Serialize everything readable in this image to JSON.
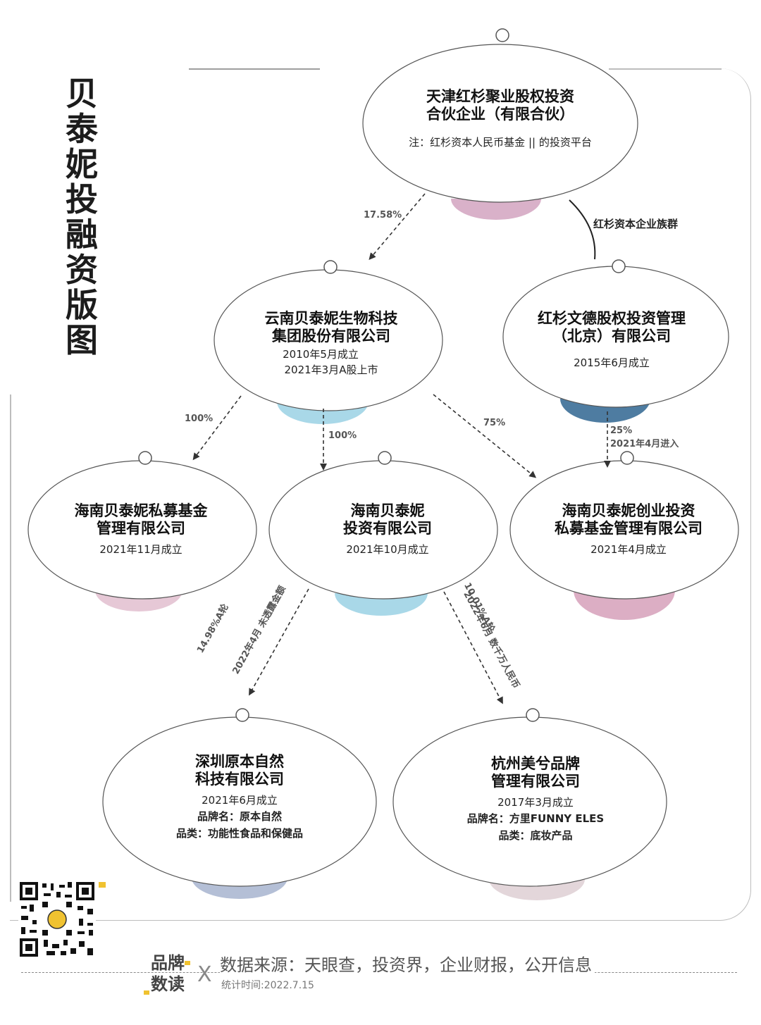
{
  "title": "贝泰妮投融资版图",
  "nodes": {
    "n1": {
      "name1": "天津红杉聚业股权投资",
      "name2": "合伙企业（有限合伙）",
      "note": "注：红杉资本人民币基金 || 的投资平台",
      "accent": "#d9b1c9"
    },
    "n2": {
      "name1": "云南贝泰妮生物科技",
      "name2": "集团股份有限公司",
      "line1": "2010年5月成立",
      "line2": "2021年3月A股上市",
      "accent": "#a9d8e8"
    },
    "n3": {
      "name1": "红杉文德股权投资管理",
      "name2": "（北京）有限公司",
      "line1": "2015年6月成立",
      "accent": "#4e7ca1"
    },
    "n4": {
      "name1": "海南贝泰妮私募基金",
      "name2": "管理有限公司",
      "line1": "2021年11月成立",
      "accent": "#e6c8d6"
    },
    "n5": {
      "name1": "海南贝泰妮",
      "name2": "投资有限公司",
      "line1": "2021年10月成立",
      "accent": "#a9d8e8"
    },
    "n6": {
      "name1": "海南贝泰妮创业投资",
      "name2": "私募基金管理有限公司",
      "line1": "2021年4月成立",
      "accent": "#dcaec4"
    },
    "n7": {
      "name1": "深圳原本自然",
      "name2": "科技有限公司",
      "line1": "2021年6月成立",
      "line2": "品牌名：原本自然",
      "line3": "品类：功能性食品和保健品",
      "accent": "#b4bfd6"
    },
    "n8": {
      "name1": "杭州美兮品牌",
      "name2": "管理有限公司",
      "line1": "2017年3月成立",
      "line2": "品牌名：方里FUNNY ELES",
      "line3": "品类：底妆产品",
      "accent": "#e3d6da"
    }
  },
  "edges": {
    "e1": "17.58%",
    "e2": "红杉资本企业族群",
    "e3": "100%",
    "e4": "100%",
    "e5": "75%",
    "e6a": "25%",
    "e6b": "2021年4月进入",
    "e7a": "14.98%A轮",
    "e7b": "2022年4月 未透露金额",
    "e8a": "10.01%A轮",
    "e8b": "2022年6月 数千万人民币"
  },
  "footer": {
    "brand1": "品牌",
    "brand2": "数读",
    "x": "X",
    "source": "数据来源：天眼查，投资界，企业财报，公开信息",
    "date": "统计时间:2022.7.15"
  }
}
